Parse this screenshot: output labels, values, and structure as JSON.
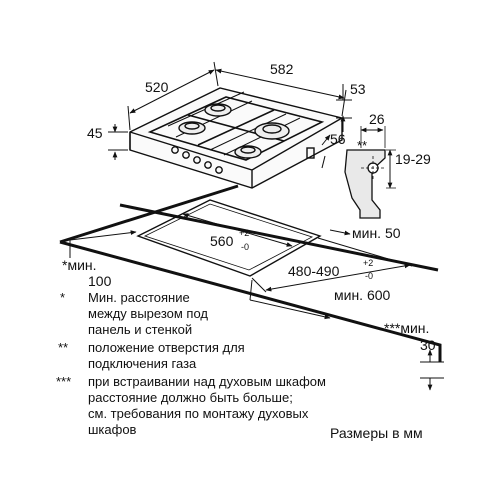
{
  "dimensions": {
    "width_582": "582",
    "depth_520": "520",
    "front_53": "53",
    "height_45": "45",
    "depth_56": "56",
    "cutout_width": "560",
    "cutout_width_tol_plus": "+2",
    "cutout_width_tol_minus": "-0",
    "cutout_depth": "480-490",
    "cutout_depth_tol_plus": "+2",
    "cutout_depth_tol_minus": "-0",
    "detail_26": "26",
    "detail_double_star": "**",
    "detail_19_29": "19-29",
    "min_50": "мин. 50",
    "min_100_line1": "*мин.",
    "min_100_line2": "100",
    "min_600": "мин. 600",
    "min_30_line1": "***мин.",
    "min_30_line2": "30"
  },
  "notes": [
    {
      "mark": "*",
      "lines": [
        "Мин. расстояние",
        "между вырезом под",
        "панель и стенкой"
      ]
    },
    {
      "mark": "**",
      "lines": [
        "положение отверстия для",
        "подключения газа"
      ]
    },
    {
      "mark": "***",
      "lines": [
        "при встраивании над духовым шкафом",
        "расстояние должно быть больше;",
        "см. требования по монтажу духовых",
        "шкафов"
      ]
    }
  ],
  "units_label": "Размеры в мм"
}
